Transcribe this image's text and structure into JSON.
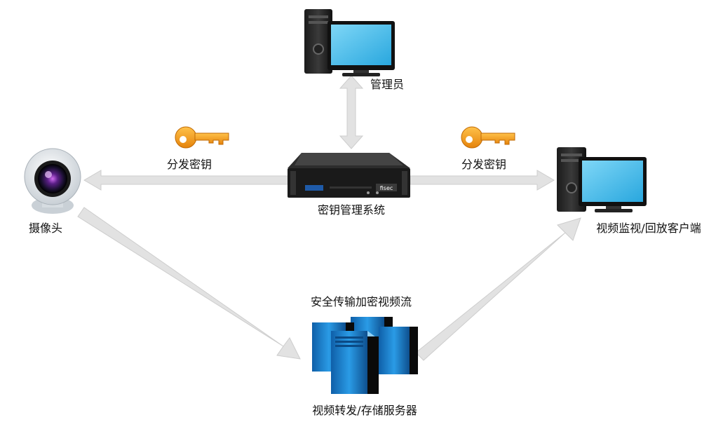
{
  "nodes": {
    "admin": {
      "label": "管理员"
    },
    "kms": {
      "label": "密钥管理系统",
      "brand": "fisec"
    },
    "camera": {
      "label": "摄像头"
    },
    "client": {
      "label": "视频监视/回放客户端"
    },
    "servers": {
      "label": "视频转发/存储服务器"
    }
  },
  "edges": {
    "left_key": {
      "label": "分发密钥"
    },
    "right_key": {
      "label": "分发密钥"
    },
    "stream": {
      "label": "安全传输加密视频流"
    }
  },
  "colors": {
    "arrow": "#e2e2e2",
    "arrow_edge": "#c8c8c8",
    "key": "#f29b1c",
    "monitor": "#3fb4e6",
    "server": "#1d86cf"
  }
}
